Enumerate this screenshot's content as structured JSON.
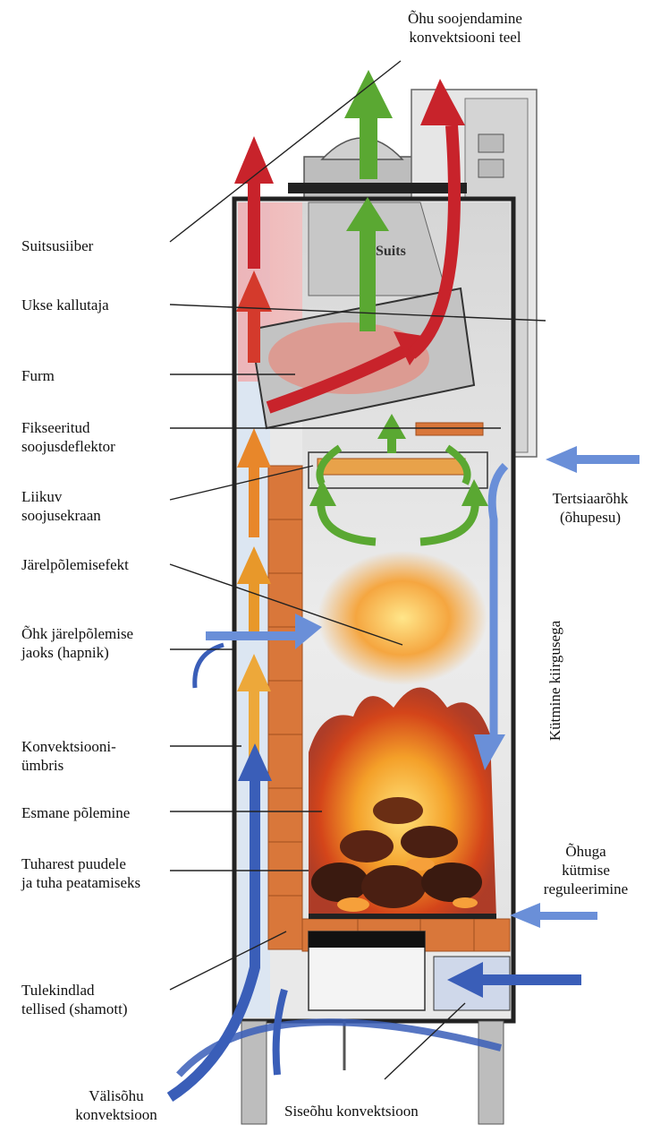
{
  "labels": {
    "top_line1": "Õhu soojendamine",
    "top_line2": "konvektsiooni teel",
    "suitsusiiber": "Suitsusiiber",
    "ukse_kallutaja": "Ukse kallutaja",
    "furm": "Furm",
    "fikseeritud_1": "Fikseeritud",
    "fikseeritud_2": "soojusdeflektor",
    "liikuv_1": "Liikuv",
    "liikuv_2": "soojusekraan",
    "jarelpolemisefekt": "Järelpõlemisefekt",
    "ohk_jarel_1": "Õhk järelpõlemise",
    "ohk_jarel_2": "jaoks (hapnik)",
    "konvektsiooni_1": "Konvektsiooni-",
    "konvektsiooni_2": "ümbris",
    "esmane": "Esmane põlemine",
    "tuharest_1": "Tuharest puudele",
    "tuharest_2": "ja tuha peatamiseks",
    "tulekindlad_1": "Tulekindlad",
    "tulekindlad_2": "tellised (shamott)",
    "valisohu_1": "Välisõhu",
    "valisohu_2": "konvektsioon",
    "siseohu": "Siseõhu konvektsioon",
    "tertsiaar_1": "Tertsiaarõhk",
    "tertsiaar_2": "(õhupesu)",
    "kutmine_kiirgusega": "Kütmine kiirgusega",
    "ohuga_1": "Õhuga",
    "ohuga_2": "kütmise",
    "ohuga_3": "reguleerimine",
    "suits": "Suits"
  },
  "colors": {
    "hot_arrow": "#c8232b",
    "warm_arrow": "#e8872a",
    "green_arrow": "#5aa832",
    "cold_arrow": "#4a72c8",
    "brick": "#d9773a",
    "steel": "#c9c9c9",
    "fire": "#f07a1a",
    "ember": "#3a1a10"
  }
}
